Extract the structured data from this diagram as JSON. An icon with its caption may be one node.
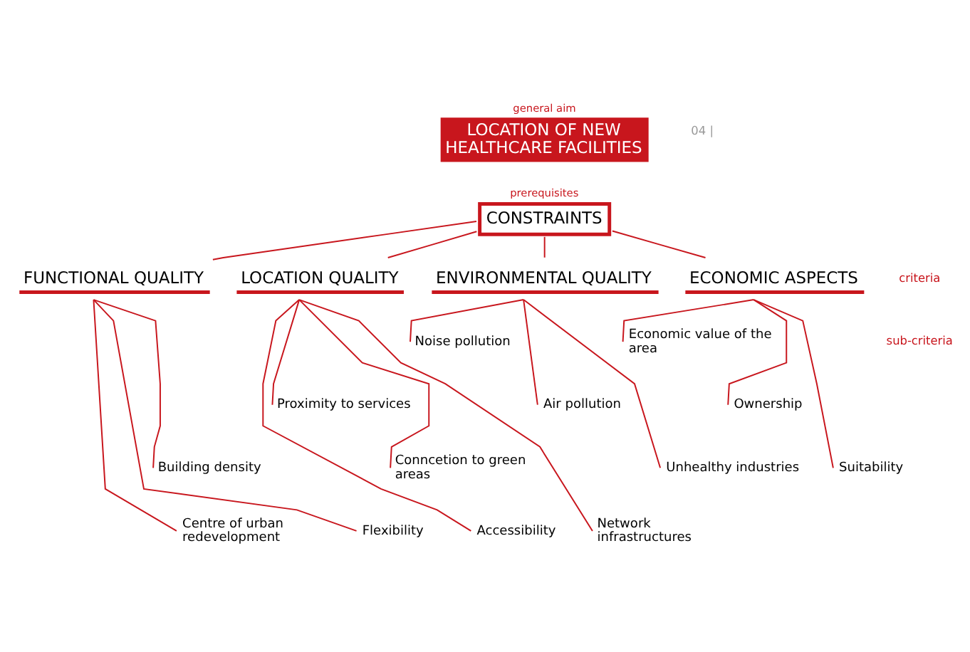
{
  "diagram": {
    "nodes": [
      {
        "text": [
          "LOCATION OF NEW HEALTHCARE FACILITIES"
        ],
        "beside": [
          "general aim"
        ]
      },
      {
        "text": [
          "CONSTRAINTS"
        ],
        "beside": [
          "prerequisites"
        ]
      },
      {
        "text": [
          "FUNCTIONAL QUALITY"
        ]
      },
      {
        "text": [
          "LOCATION QUALITY"
        ]
      },
      {
        "text": [
          "ENVIRONMENTAL QUALITY"
        ]
      },
      {
        "text": [
          "ECONOMIC ASPECTS"
        ]
      },
      {
        "text": [
          "Centre of urban redevelopment"
        ]
      },
      {
        "text": [
          "Flexibility"
        ]
      },
      {
        "text": [
          "Building density"
        ]
      },
      {
        "text": [
          "Accessibility"
        ]
      },
      {
        "text": [
          "Proximity to services"
        ]
      },
      {
        "text": [
          "Conncetion to green areas"
        ]
      },
      {
        "text": [
          "Network infrastructures"
        ]
      },
      {
        "text": [
          "Noise pollution"
        ]
      },
      {
        "text": [
          "Air pollution"
        ]
      },
      {
        "text": [
          "Unhealthy industries"
        ]
      },
      {
        "text": [
          "Economic value of the area"
        ]
      },
      {
        "text": [
          "Ownership"
        ]
      },
      {
        "text": [
          "Suitability"
        ]
      }
    ],
    "edges": [
      {
        "from": 1,
        "to": 2,
        "arrow": "none"
      },
      {
        "from": 1,
        "to": 3,
        "arrow": "none"
      },
      {
        "from": 1,
        "to": 4,
        "arrow": "none"
      },
      {
        "from": 1,
        "to": 5,
        "arrow": "none"
      },
      {
        "from": 2,
        "to": 6,
        "arrow": "none"
      },
      {
        "from": 2,
        "to": 7,
        "arrow": "none"
      },
      {
        "from": 2,
        "to": 8,
        "arrow": "none"
      },
      {
        "from": 3,
        "to": 9,
        "arrow": "none"
      },
      {
        "from": 3,
        "to": 10,
        "arrow": "none"
      },
      {
        "from": 3,
        "to": 11,
        "arrow": "none"
      },
      {
        "from": 3,
        "to": 12,
        "arrow": "none"
      },
      {
        "from": 4,
        "to": 13,
        "arrow": "none"
      },
      {
        "from": 4,
        "to": 14,
        "arrow": "none"
      },
      {
        "from": 4,
        "to": 15,
        "arrow": "none"
      },
      {
        "from": 5,
        "to": 16,
        "arrow": "none"
      },
      {
        "from": 5,
        "to": 17,
        "arrow": "none"
      },
      {
        "from": 5,
        "to": 18,
        "arrow": "none"
      }
    ],
    "labels": [
      "04 |",
      "criteria",
      "sub-criteria"
    ]
  }
}
